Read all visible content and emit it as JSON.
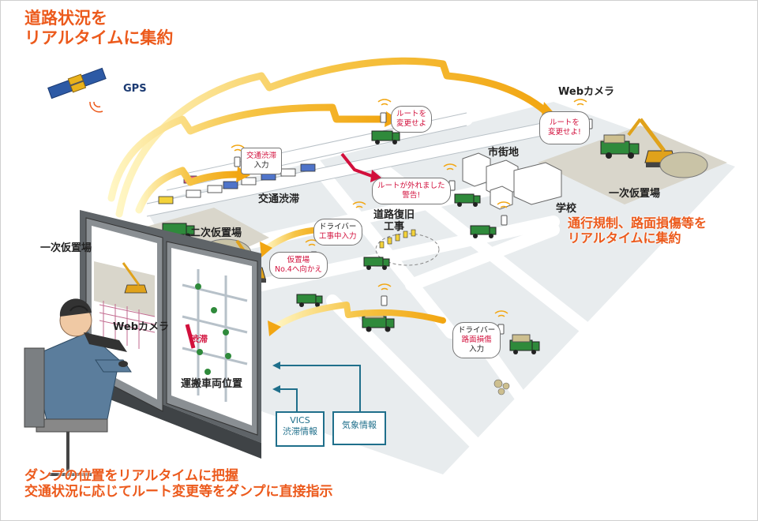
{
  "headlines": {
    "top_left_line1": "道路状況を",
    "top_left_line2": "リアルタイムに集約",
    "right_line1": "通行規制、路面損傷等を",
    "right_line2": "リアルタイムに集約",
    "bottom_line1": "ダンプの位置をリアルタイムに把握",
    "bottom_line2": "交通状況に応じてルート変更等をダンプに直接指示"
  },
  "labels": {
    "gps": "GPS",
    "webcam_top": "Webカメラ",
    "primary_yard_right": "一次仮置場",
    "city_area": "市街地",
    "school": "学校",
    "traffic_jam": "交通渋滞",
    "secondary_yard": "二次仮置場",
    "road_repair_line1": "道路復旧",
    "road_repair_line2": "工事",
    "primary_yard_left": "一次仮置場",
    "webcam_monitor": "Webカメラ",
    "jam_marker": "渋滞",
    "vehicle_position": "運搬車両位置"
  },
  "bubbles": {
    "change_route_1": [
      "ルートを",
      "変更せよ"
    ],
    "change_route_2": [
      "ルートを",
      "変更せよ!"
    ],
    "jam_input": [
      "交通渋滞",
      "入力"
    ],
    "off_route": [
      "ルートが外れました",
      "警告!"
    ],
    "driver_construction": [
      "ドライバー",
      "工事中入力"
    ],
    "go_to_yard": [
      "仮置場",
      "No.4へ向かえ"
    ],
    "driver_damage": [
      "ドライバー",
      "路面損傷",
      "入力"
    ]
  },
  "info_boxes": {
    "vics_line1": "VICS",
    "vics_line2": "渋滞情報",
    "weather": "気象情報"
  },
  "colors": {
    "headline": "#ec5a1c",
    "arrow_yellow": "#f4b61b",
    "road": "#ffffff",
    "ground": "#e8ecee",
    "yard": "#d9d6cb",
    "truck_green": "#2f8a3b",
    "info_blue": "#1f6f8b",
    "alert_red": "#d2103c"
  }
}
